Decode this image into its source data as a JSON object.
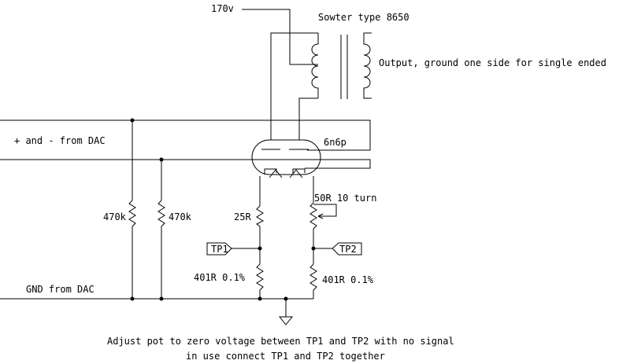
{
  "labels": {
    "supply": "170v",
    "transformer": "Sowter type 8650",
    "output": "Output, ground one side for single ended",
    "input": "+ and - from DAC",
    "tube": "6n6p",
    "pot": "50R 10 turn",
    "gnd_input": "GND from DAC",
    "note_line1": "Adjust pot to zero voltage between TP1 and TP2 with no signal",
    "note_line2": "in use connect TP1 and TP2 together"
  },
  "components": {
    "r_in_1": "470k",
    "r_in_2": "470k",
    "r_cathode_left": "25R",
    "r_bottom_left": "401R 0.1%",
    "r_bottom_right": "401R 0.1%"
  },
  "test_points": {
    "tp1": "TP1",
    "tp2": "TP2"
  }
}
